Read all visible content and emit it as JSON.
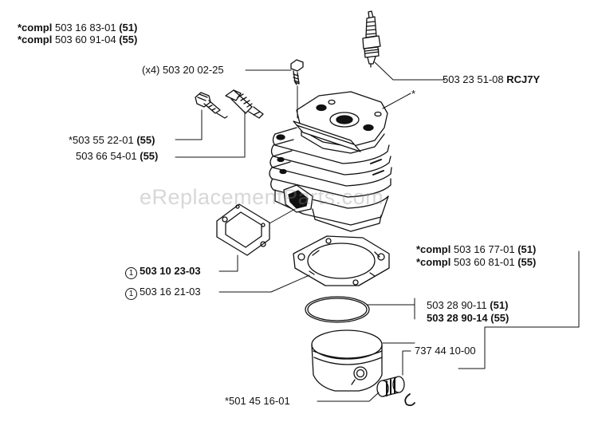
{
  "header": {
    "line1": {
      "prefix": "*compl",
      "number": "503 16 83-01",
      "variant": "(51)"
    },
    "line2": {
      "prefix": "*compl",
      "number": "503 60 91-04",
      "variant": "(55)"
    }
  },
  "labels": {
    "bolt": {
      "qty": "(x4)",
      "number": "503 20 02-25"
    },
    "spark_plug": {
      "number": "503 23 51-08",
      "code": "RCJ7Y"
    },
    "cylinder_star": "*",
    "decomp_valve_1": {
      "number": "*503 55 22-01",
      "variant": "(55)"
    },
    "decomp_valve_2": {
      "number": "503 66 54-01",
      "variant": "(55)"
    },
    "gasket_intake": {
      "circle": "1",
      "number": "503 10 23-03"
    },
    "gasket_base": {
      "circle": "1",
      "number": "503 16 21-03"
    },
    "piston_kit_1": {
      "prefix": "*compl",
      "number": "503 16 77-01",
      "variant": "(51)"
    },
    "piston_kit_2": {
      "prefix": "*compl",
      "number": "503 60 81-01",
      "variant": "(55)"
    },
    "ring_1": {
      "number": "503 28 90-11",
      "variant": "(51)"
    },
    "ring_2": {
      "number": "503 28 90-14",
      "variant": "(55)"
    },
    "circlip": {
      "number": "737 44 10-00"
    },
    "bearing": {
      "number": "*501 45 16-01"
    }
  },
  "watermark": "eReplacementParts.com"
}
